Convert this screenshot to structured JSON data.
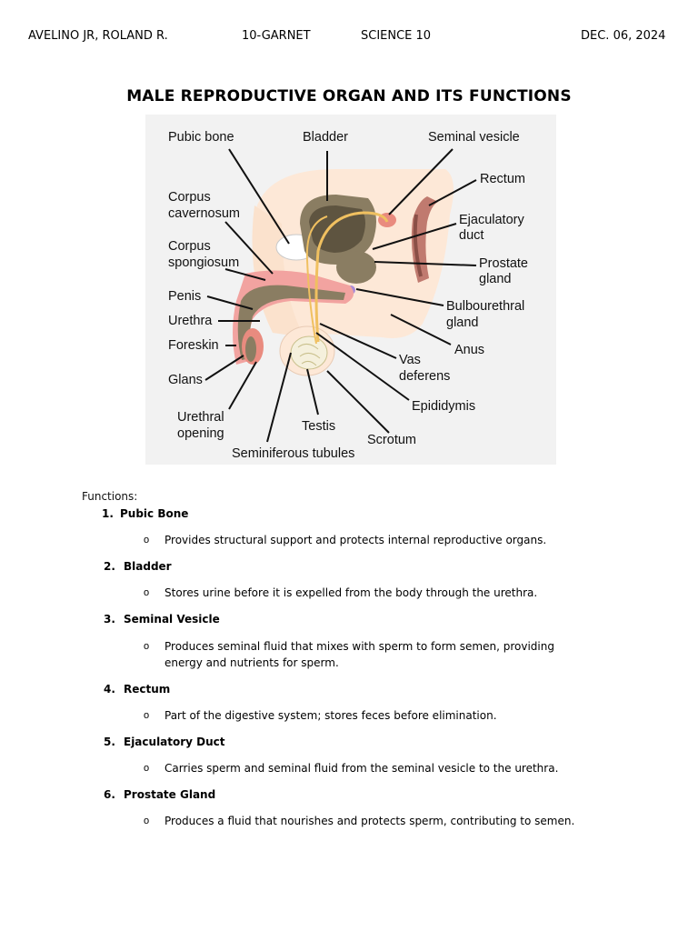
{
  "header": {
    "name": "AVELINO JR, ROLAND R.",
    "section": "10-GARNET",
    "subject": "SCIENCE 10",
    "date": "DEC. 06, 2024"
  },
  "title": "MALE REPRODUCTIVE ORGAN AND ITS FUNCTIONS",
  "diagram": {
    "labels": {
      "pubic_bone": "Pubic bone",
      "bladder": "Bladder",
      "seminal_vesicle": "Seminal vesicle",
      "rectum": "Rectum",
      "corpus_cavernosum_1": "Corpus",
      "corpus_cavernosum_2": "cavernosum",
      "corpus_spongiosum_1": "Corpus",
      "corpus_spongiosum_2": "spongiosum",
      "ejaculatory_duct_1": "Ejaculatory",
      "ejaculatory_duct_2": "duct",
      "prostate_gland_1": "Prostate",
      "prostate_gland_2": "gland",
      "penis": "Penis",
      "urethra": "Urethra",
      "bulbourethral_1": "Bulbourethral",
      "bulbourethral_2": "gland",
      "foreskin": "Foreskin",
      "anus": "Anus",
      "glans": "Glans",
      "vas_deferens_1": "Vas",
      "vas_deferens_2": "deferens",
      "epididymis": "Epididymis",
      "urethral_opening_1": "Urethral",
      "urethral_opening_2": "opening",
      "testis": "Testis",
      "scrotum": "Scrotum",
      "seminiferous_tubules": "Seminiferous tubules"
    }
  },
  "functions": {
    "heading": "Functions:",
    "items": [
      {
        "num": "1.",
        "name": "Pubic Bone",
        "desc": "Provides structural support and protects internal reproductive organs."
      },
      {
        "num": "2.",
        "name": "Bladder",
        "desc": "Stores urine before it is expelled from the body through the urethra."
      },
      {
        "num": "3.",
        "name": "Seminal Vesicle",
        "desc": "Produces seminal fluid that mixes with sperm to form semen, providing energy and nutrients for sperm."
      },
      {
        "num": "4.",
        "name": "Rectum",
        "desc": "Part of the digestive system; stores feces before elimination."
      },
      {
        "num": "5.",
        "name": "Ejaculatory Duct",
        "desc": "Carries sperm and seminal fluid from the seminal vesicle to the urethra."
      },
      {
        "num": "6.",
        "name": "Prostate Gland",
        "desc": "Produces a fluid that nourishes and protects sperm, contributing to semen."
      }
    ],
    "bullet": "o"
  }
}
